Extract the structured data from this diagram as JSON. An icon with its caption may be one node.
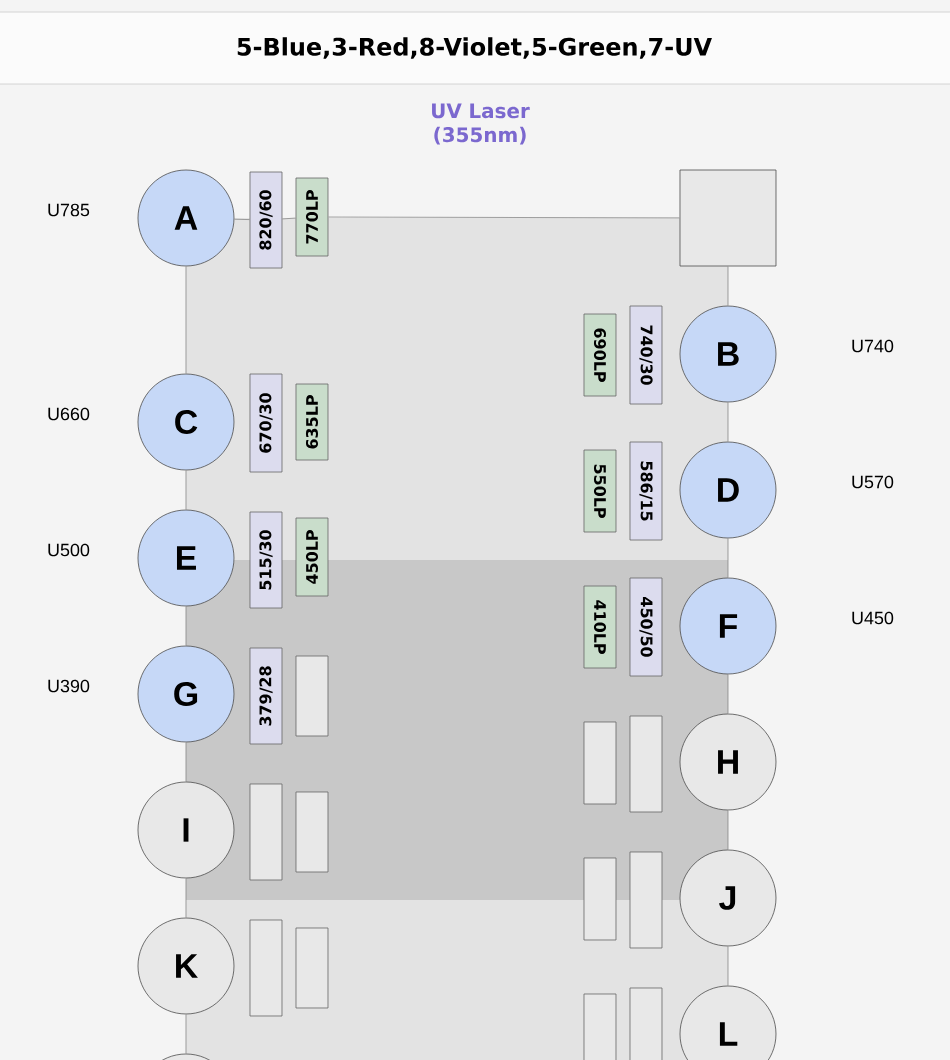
{
  "diagram": {
    "title": "5-Blue,3-Red,8-Violet,5-Green,7-UV",
    "nodes": [
      {
        "text": [
          "A"
        ],
        "beside": [
          "U785"
        ]
      },
      {
        "text": [],
        "shape": "box"
      },
      {
        "text": [
          "B"
        ]
      },
      {
        "text": [
          "C"
        ],
        "beside": [
          "U660"
        ]
      },
      {
        "text": [
          "D"
        ]
      },
      {
        "text": [
          "E"
        ],
        "beside": [
          "U500"
        ]
      },
      {
        "text": [
          "F"
        ]
      },
      {
        "text": [
          "G"
        ],
        "beside": [
          "U390"
        ]
      },
      {
        "text": [
          "H"
        ]
      },
      {
        "text": [
          "I"
        ]
      },
      {
        "text": [
          "J"
        ]
      },
      {
        "text": [
          "K"
        ]
      },
      {
        "text": [
          "L"
        ]
      },
      {
        "text": [],
        "shape": "circle"
      },
      {
        "text": [
          "820/60"
        ]
      },
      {
        "text": [
          "770LP"
        ]
      },
      {
        "text": [
          "690LP"
        ]
      },
      {
        "text": [
          "740/30"
        ]
      },
      {
        "text": [
          "670/30"
        ]
      },
      {
        "text": [
          "635LP"
        ]
      },
      {
        "text": [
          "550LP"
        ]
      },
      {
        "text": [
          "586/15"
        ]
      },
      {
        "text": [
          "515/30"
        ]
      },
      {
        "text": [
          "450LP"
        ]
      },
      {
        "text": [
          "410LP"
        ]
      },
      {
        "text": [
          "450/50"
        ]
      },
      {
        "text": [
          "379/28"
        ]
      },
      {
        "text": [],
        "shape": "box"
      },
      {
        "text": [],
        "shape": "box"
      },
      {
        "text": [],
        "shape": "box"
      },
      {
        "text": [],
        "shape": "box"
      },
      {
        "text": [],
        "shape": "box"
      },
      {
        "text": [],
        "shape": "box"
      },
      {
        "text": [],
        "shape": "box"
      },
      {
        "text": [],
        "shape": "box"
      },
      {
        "text": [],
        "shape": "box"
      },
      {
        "text": [],
        "shape": "box"
      },
      {
        "text": [],
        "shape": "box"
      }
    ],
    "edges": [
      {
        "from": 0,
        "to": 14,
        "arrow": "none"
      },
      {
        "from": 14,
        "to": 15,
        "arrow": "none"
      },
      {
        "from": 15,
        "to": 1,
        "arrow": "none"
      },
      {
        "from": 1,
        "to": 2,
        "arrow": "none"
      },
      {
        "from": 2,
        "to": 4,
        "arrow": "none"
      },
      {
        "from": 4,
        "to": 6,
        "arrow": "none"
      },
      {
        "from": 6,
        "to": 8,
        "arrow": "none"
      },
      {
        "from": 8,
        "to": 10,
        "arrow": "none"
      },
      {
        "from": 10,
        "to": 12,
        "arrow": "none"
      },
      {
        "from": 0,
        "to": 3,
        "arrow": "none"
      },
      {
        "from": 3,
        "to": 5,
        "arrow": "none"
      },
      {
        "from": 5,
        "to": 7,
        "arrow": "none"
      },
      {
        "from": 7,
        "to": 9,
        "arrow": "none"
      },
      {
        "from": 9,
        "to": 11,
        "arrow": "none"
      },
      {
        "from": 11,
        "to": 13,
        "arrow": "none"
      }
    ],
    "labels": [
      "UV Laser (355nm)",
      "U740",
      "U570",
      "U450"
    ]
  }
}
